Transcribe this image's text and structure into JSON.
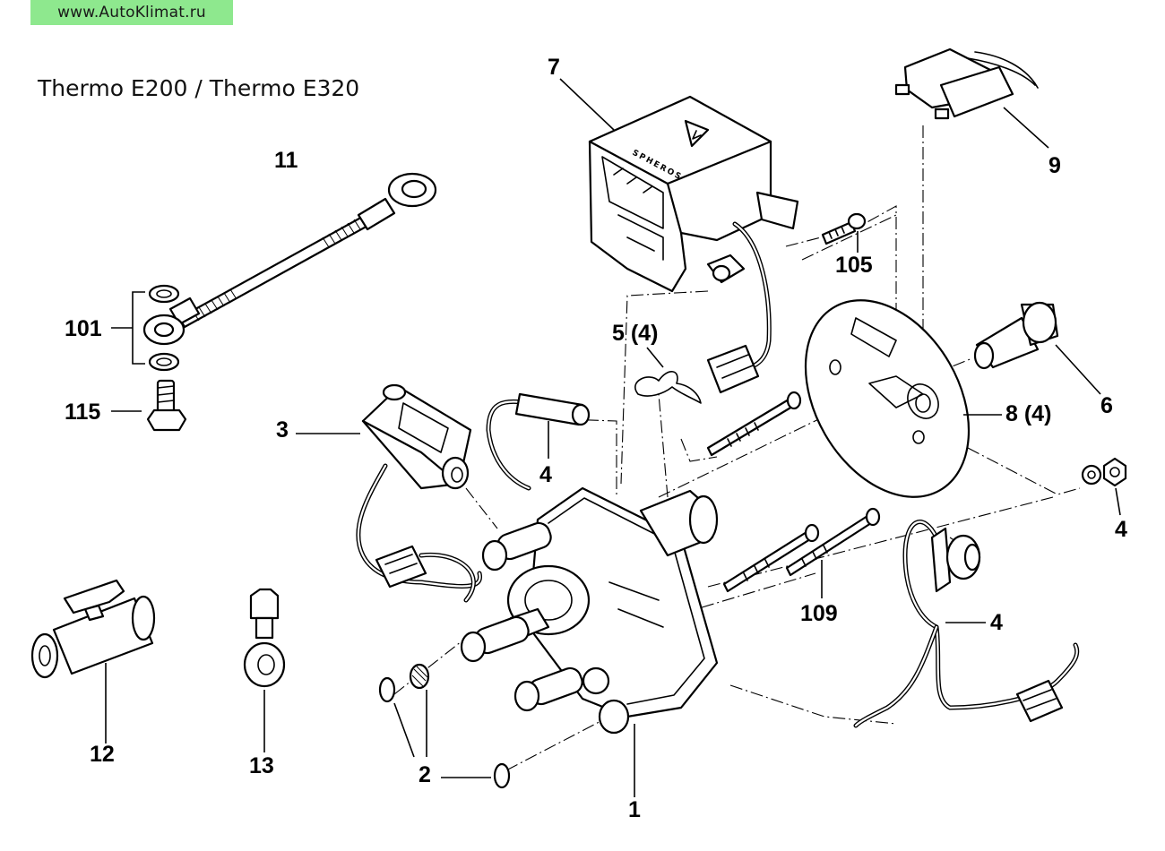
{
  "watermark": "www.AutoKlimat.ru",
  "title": "Thermo E200 / Thermo E320",
  "brand_on_part": "SPHEROS",
  "labels": {
    "p1": "1",
    "p2": "2",
    "p3": "3",
    "p4_heater_cap": "4",
    "p4_nut": "4",
    "p4_sensor": "4",
    "p5": "5 (4)",
    "p6": "6",
    "p7": "7",
    "p8": "8 (4)",
    "p9": "9",
    "p11": "11",
    "p12": "12",
    "p13": "13",
    "p101": "101",
    "p105": "105",
    "p109": "109",
    "p115": "115"
  }
}
